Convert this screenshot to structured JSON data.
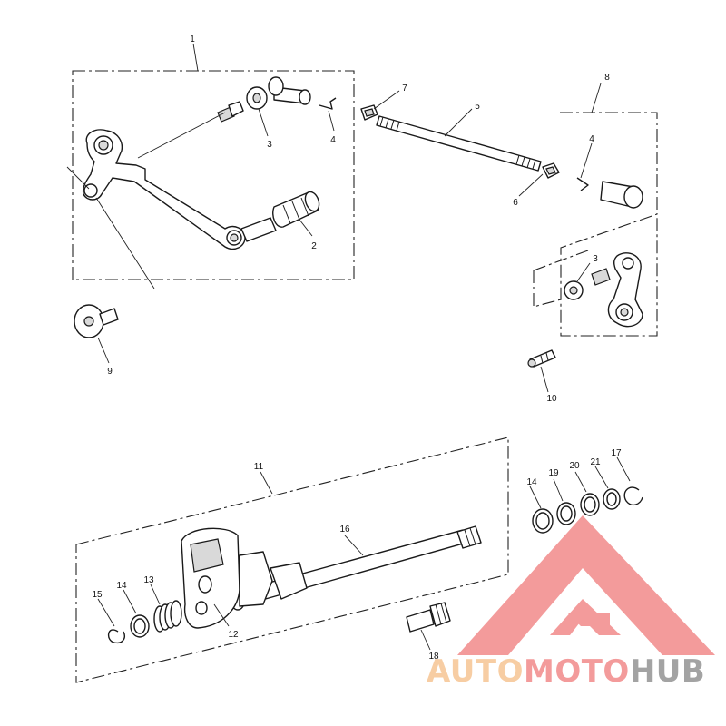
{
  "diagram": {
    "callouts": [
      {
        "id": "c1",
        "label": "1"
      },
      {
        "id": "c2",
        "label": "2"
      },
      {
        "id": "c3a",
        "label": "3"
      },
      {
        "id": "c3b",
        "label": "3"
      },
      {
        "id": "c4a",
        "label": "4"
      },
      {
        "id": "c4b",
        "label": "4"
      },
      {
        "id": "c5",
        "label": "5"
      },
      {
        "id": "c6",
        "label": "6"
      },
      {
        "id": "c7",
        "label": "7"
      },
      {
        "id": "c8",
        "label": "8"
      },
      {
        "id": "c9",
        "label": "9"
      },
      {
        "id": "c10",
        "label": "10"
      },
      {
        "id": "c11",
        "label": "11"
      },
      {
        "id": "c12",
        "label": "12"
      },
      {
        "id": "c13",
        "label": "13"
      },
      {
        "id": "c14a",
        "label": "14"
      },
      {
        "id": "c14b",
        "label": "14"
      },
      {
        "id": "c15",
        "label": "15"
      },
      {
        "id": "c16",
        "label": "16"
      },
      {
        "id": "c17",
        "label": "17"
      },
      {
        "id": "c18",
        "label": "18"
      },
      {
        "id": "c19",
        "label": "19"
      },
      {
        "id": "c20",
        "label": "20"
      },
      {
        "id": "c21",
        "label": "21"
      }
    ]
  },
  "watermark": {
    "part1": "AUTO",
    "part2": "MOTO",
    "part3": "HUB",
    "color_primary": "#f07f7f",
    "color_light": "#f5c08a",
    "color_dark": "#8a8a8a"
  }
}
